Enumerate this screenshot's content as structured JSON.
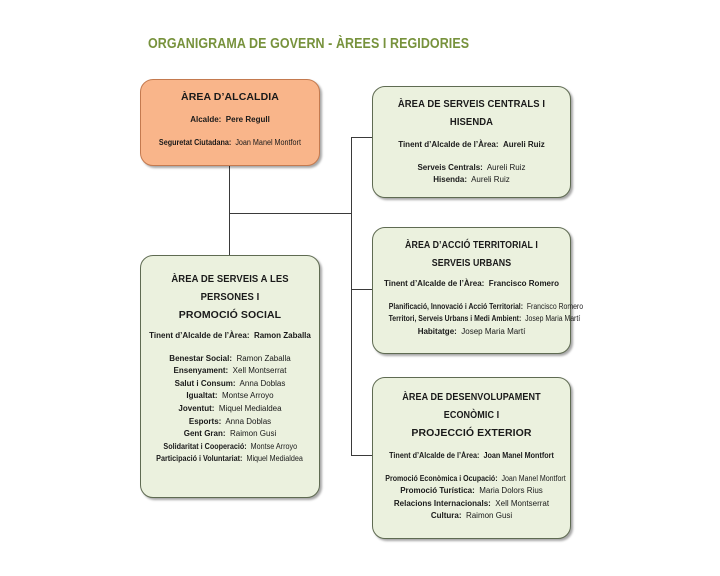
{
  "title": "ORGANIGRAMA DE GOVERN - ÀREES I REGIDORIES",
  "alcaldia": {
    "title": "ÀREA D’ALCALDIA",
    "roles": [
      {
        "label": "Alcalde:",
        "value": "Pere Regull"
      },
      {
        "label": "Seguretat Ciutadana:",
        "value": "Joan Manel Montfort"
      }
    ]
  },
  "serveis_centrals": {
    "title": "ÀREA DE SERVEIS CENTRALS I HISENDA",
    "tinent": {
      "label": "Tinent d’Alcalde de l’Àrea:",
      "value": "Aureli Ruiz"
    },
    "roles": [
      {
        "label": "Serveis Centrals:",
        "value": "Aureli Ruiz"
      },
      {
        "label": "Hisenda:",
        "value": "Aureli Ruiz"
      }
    ]
  },
  "accio_territorial": {
    "title": "ÀREA D’ACCIÓ TERRITORIAL I SERVEIS URBANS",
    "tinent": {
      "label": "Tinent d’Alcalde de l’Àrea:",
      "value": "Francisco Romero"
    },
    "roles": [
      {
        "label": "Planificació, Innovació i Acció Territorial:",
        "value": "Francisco Romero"
      },
      {
        "label": "Territori, Serveis Urbans i Medi Ambient:",
        "value": "Josep Maria Martí"
      },
      {
        "label": "Habitatge:",
        "value": "Josep Maria Martí"
      }
    ]
  },
  "serveis_persones": {
    "title_line1": "ÀREA DE SERVEIS A LES PERSONES I",
    "title_line2": "PROMOCIÓ SOCIAL",
    "tinent": {
      "label": "Tinent d’Alcalde de l’Àrea:",
      "value": "Ramon Zaballa"
    },
    "roles": [
      {
        "label": "Benestar Social:",
        "value": "Ramon Zaballa"
      },
      {
        "label": "Ensenyament:",
        "value": "Xell Montserrat"
      },
      {
        "label": "Salut i Consum:",
        "value": "Anna Doblas"
      },
      {
        "label": "Igualtat:",
        "value": "Montse Arroyo"
      },
      {
        "label": "Joventut:",
        "value": "Miquel Medialdea"
      },
      {
        "label": "Esports:",
        "value": "Anna Doblas"
      },
      {
        "label": "Gent Gran:",
        "value": "Raimon Gusi"
      },
      {
        "label": "Solidaritat i Cooperació:",
        "value": "Montse Arroyo"
      },
      {
        "label": "Participació i Voluntariat:",
        "value": "Miquel Medialdea"
      }
    ]
  },
  "desenvolupament": {
    "title_line1": "ÀREA DE DESENVOLUPAMENT ECONÒMIC I",
    "title_line2": "PROJECCIÓ EXTERIOR",
    "tinent": {
      "label": "Tinent d’Alcalde de l’Àrea:",
      "value": "Joan Manel Montfort"
    },
    "roles": [
      {
        "label": "Promoció Econòmica i Ocupació:",
        "value": "Joan Manel Montfort"
      },
      {
        "label": "Promoció Turística:",
        "value": "Maria Dolors Rius"
      },
      {
        "label": "Relacions Internacionals:",
        "value": "Xell Montserrat"
      },
      {
        "label": "Cultura:",
        "value": "Raimon Gusi"
      }
    ]
  },
  "colors": {
    "title": "#77923c",
    "alcaldia_fill": "#f9b58a",
    "area_fill": "#ebf1de",
    "connector": "#3a3a3a"
  }
}
